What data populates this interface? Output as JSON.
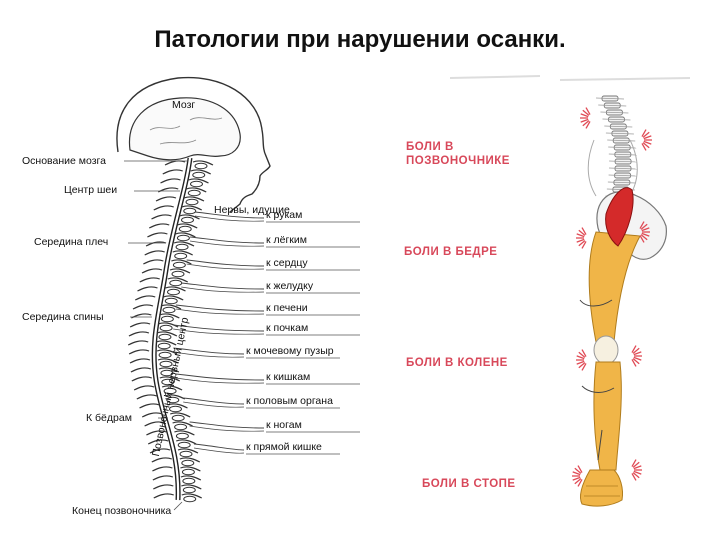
{
  "title": "Патологии при нарушении осанки.",
  "spine_diagram": {
    "brain_label": "Мозг",
    "left_labels": [
      "Основание мозга",
      "Центр шеи",
      "Середина плеч",
      "Середина спины",
      "К бёдрам",
      "Конец позвоночника"
    ],
    "vertical_label": "Позвоночный нервный центр",
    "nerves_header": "Нервы, идущие",
    "nerves": [
      "к рукам",
      "к лёгким",
      "к сердцу",
      "к желудку",
      "к печени",
      "к почкам",
      "к мочевому пузыр",
      "к кишкам",
      "к половым органа",
      "к ногам",
      "к прямой кишке"
    ]
  },
  "pain_diagram": {
    "labels": [
      "БОЛИ В ПОЗВОНОЧНИКЕ",
      "БОЛИ В БЕДРЕ",
      "БОЛИ В КОЛЕНЕ",
      "БОЛИ В СТОПЕ"
    ],
    "colors": {
      "bone": "#f0b548",
      "muscle": "#d42a2a",
      "label": "#d8485a",
      "pain_rays": "#e04a55"
    }
  }
}
